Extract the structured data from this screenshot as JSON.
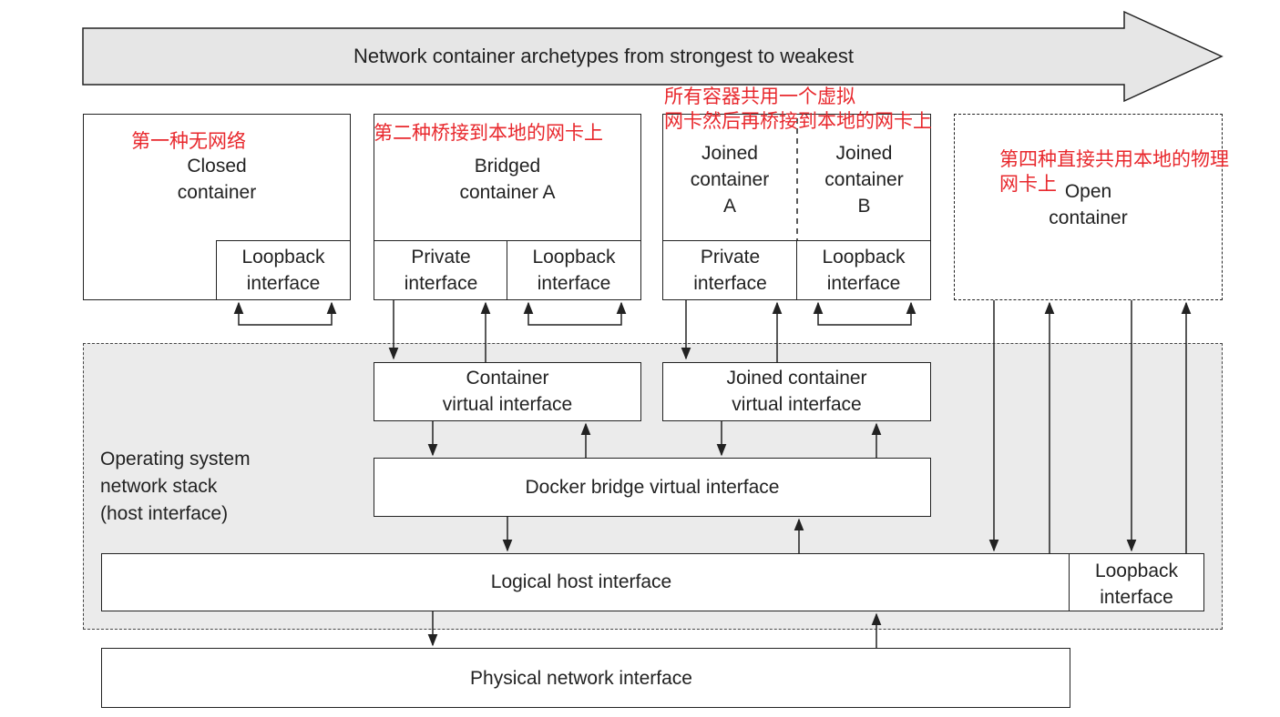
{
  "diagram": {
    "title": "Network container archetypes from strongest to weakest",
    "closed": {
      "note": "第一种无网络",
      "name": "Closed\ncontainer",
      "loopback": "Loopback\ninterface"
    },
    "bridged": {
      "note": "第二种桥接到本地的网卡上",
      "name": "Bridged\ncontainer A",
      "private": "Private\ninterface",
      "loopback": "Loopback\ninterface"
    },
    "joined": {
      "note": "所有容器共用一个虚拟\n网卡然后再桥接到本地的网卡上",
      "a_name": "Joined\ncontainer\nA",
      "b_name": "Joined\ncontainer\nB",
      "private": "Private\ninterface",
      "loopback": "Loopback\ninterface"
    },
    "open": {
      "note": "第四种直接共用本地的物理\n网卡上",
      "name": "Open\ncontainer"
    },
    "stack_label": "Operating system\nnetwork stack\n(host interface)",
    "container_virtual": "Container\nvirtual interface",
    "joined_virtual": "Joined container\nvirtual interface",
    "docker_bridge": "Docker bridge virtual interface",
    "logical_host": "Logical host interface",
    "host_loopback": "Loopback\ninterface",
    "physical": "Physical network interface"
  }
}
